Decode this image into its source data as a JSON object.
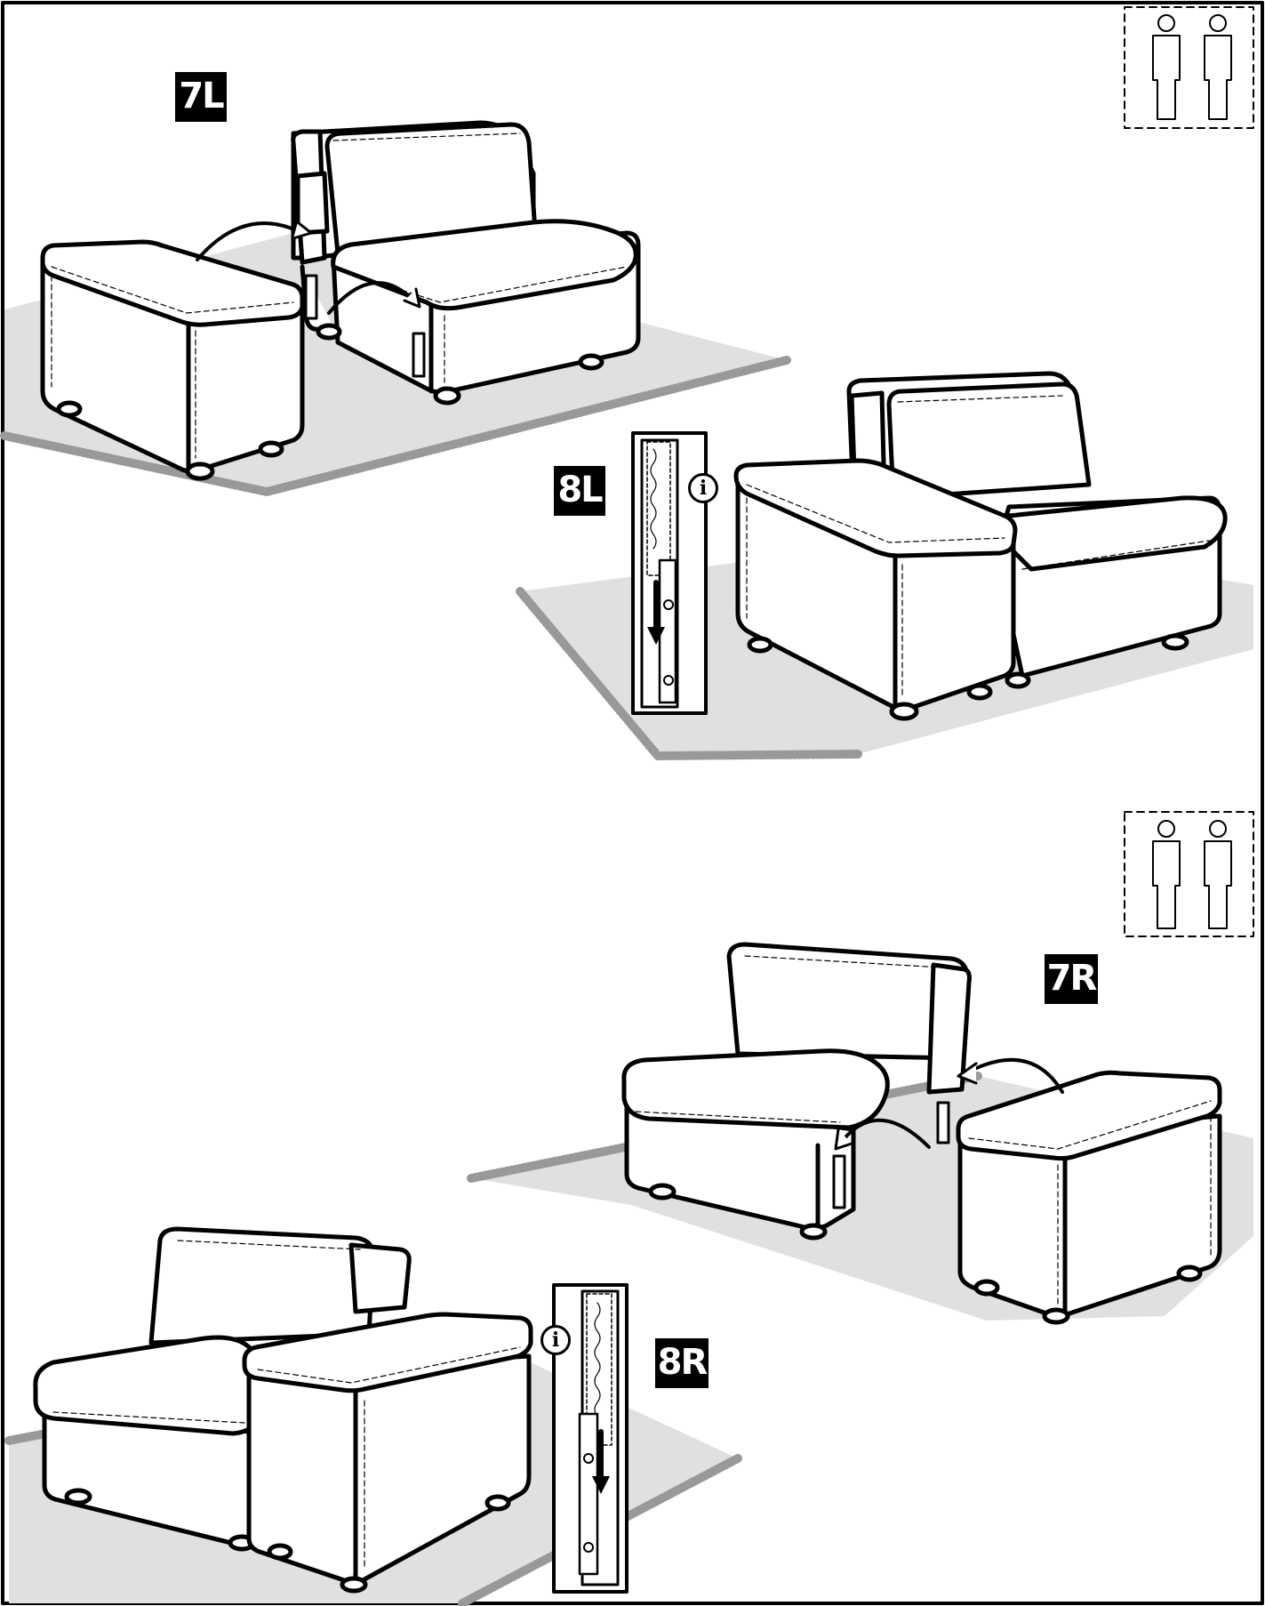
{
  "page": {
    "border_color": "#000000",
    "rug_color": "#e0e0e0"
  },
  "steps": [
    {
      "id": "7L",
      "label": "7L"
    },
    {
      "id": "8L",
      "label": "8L"
    },
    {
      "id": "7R",
      "label": "7R"
    },
    {
      "id": "8R",
      "label": "8R"
    }
  ],
  "icons": {
    "two_people": "two-people-icon",
    "info": "info-icon",
    "info_glyph": "i"
  }
}
